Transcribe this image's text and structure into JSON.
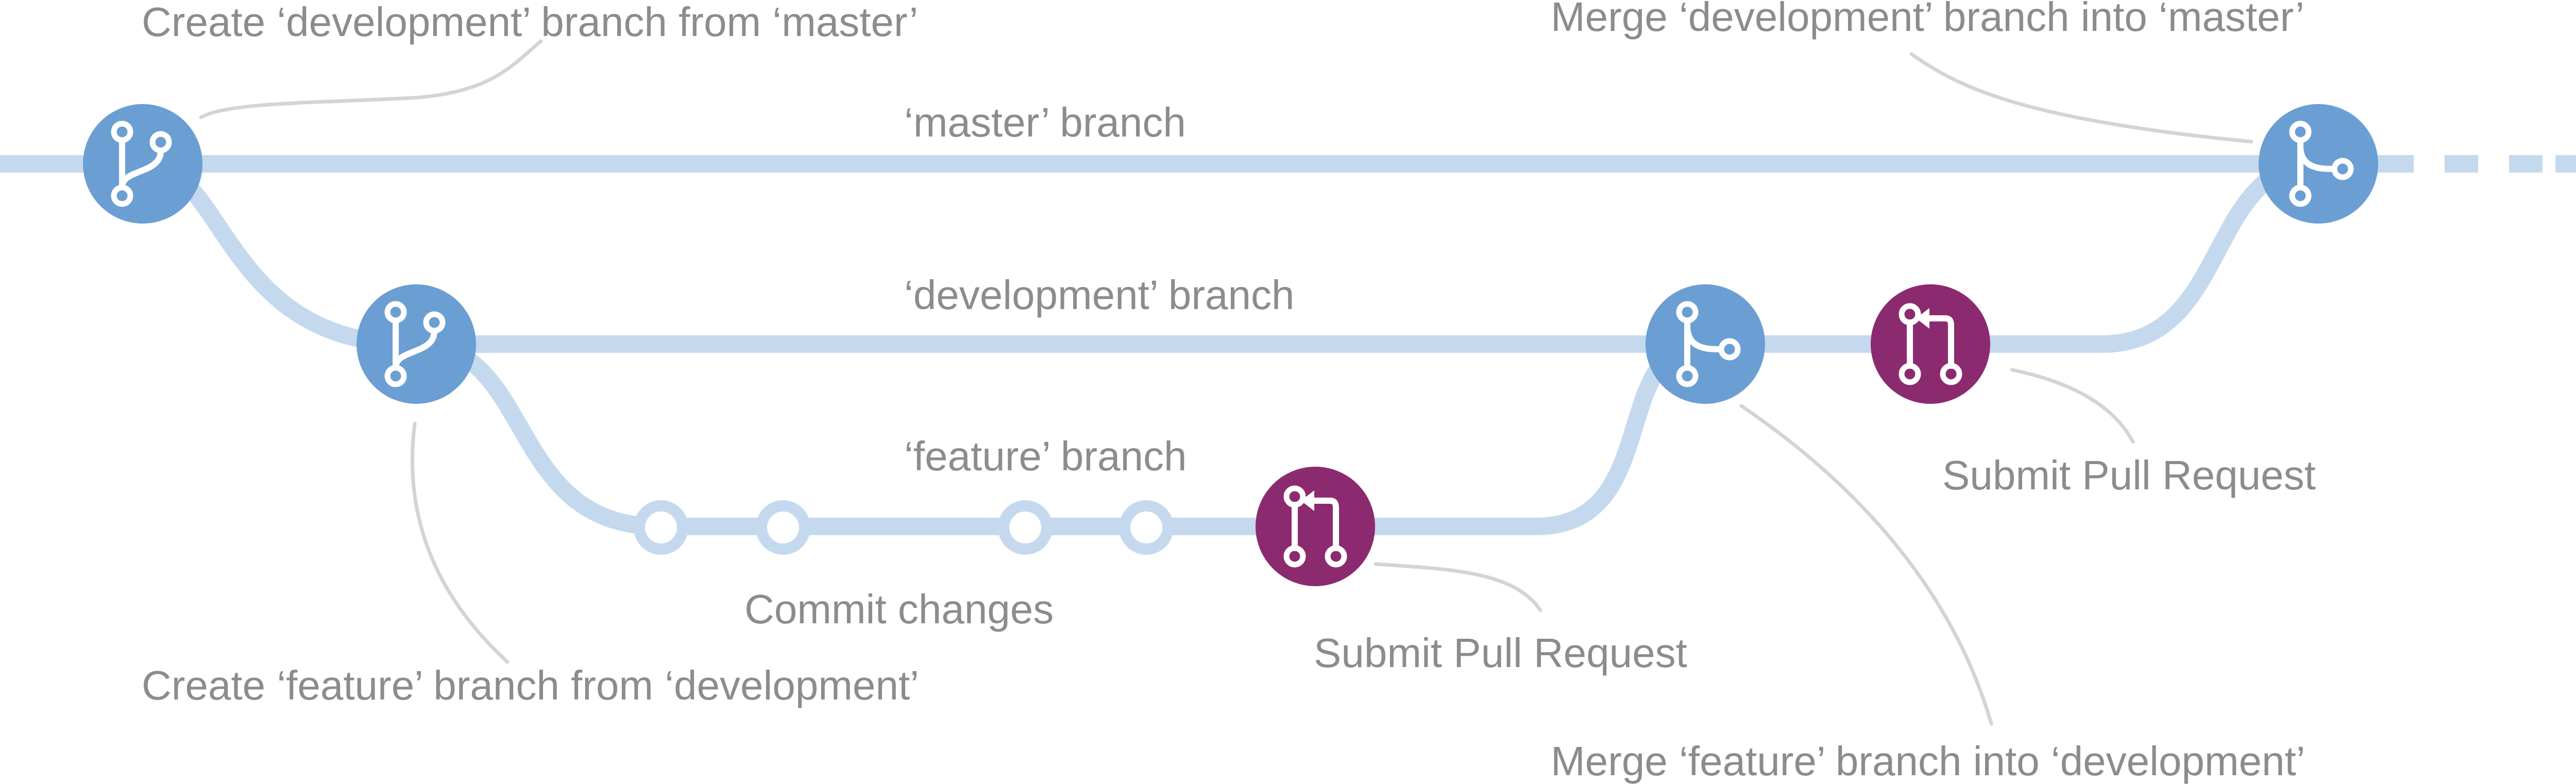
{
  "labels": {
    "master_branch": "‘master’ branch",
    "development_branch": "‘development’ branch",
    "feature_branch": "‘feature’ branch",
    "create_development": "Create ‘development’ branch from ‘master’",
    "create_feature": "Create ‘feature’ branch from ‘development’",
    "commit_changes": "Commit changes",
    "submit_pr_feature": "Submit Pull Request",
    "submit_pr_development": "Submit Pull Request",
    "merge_feature": "Merge ‘feature’ branch into ‘development’",
    "merge_development": "Merge ‘development’ branch into ‘master’"
  },
  "colors": {
    "line": "#c5d9ee",
    "branch_node": "#6b9fd3",
    "pull_request_node": "#8c2a70",
    "text": "#8c8c8c",
    "callout": "#d4d4d4"
  },
  "icons": {
    "branch": "git-branch-icon",
    "merge": "git-merge-icon",
    "pull_request": "git-pull-request-icon"
  }
}
